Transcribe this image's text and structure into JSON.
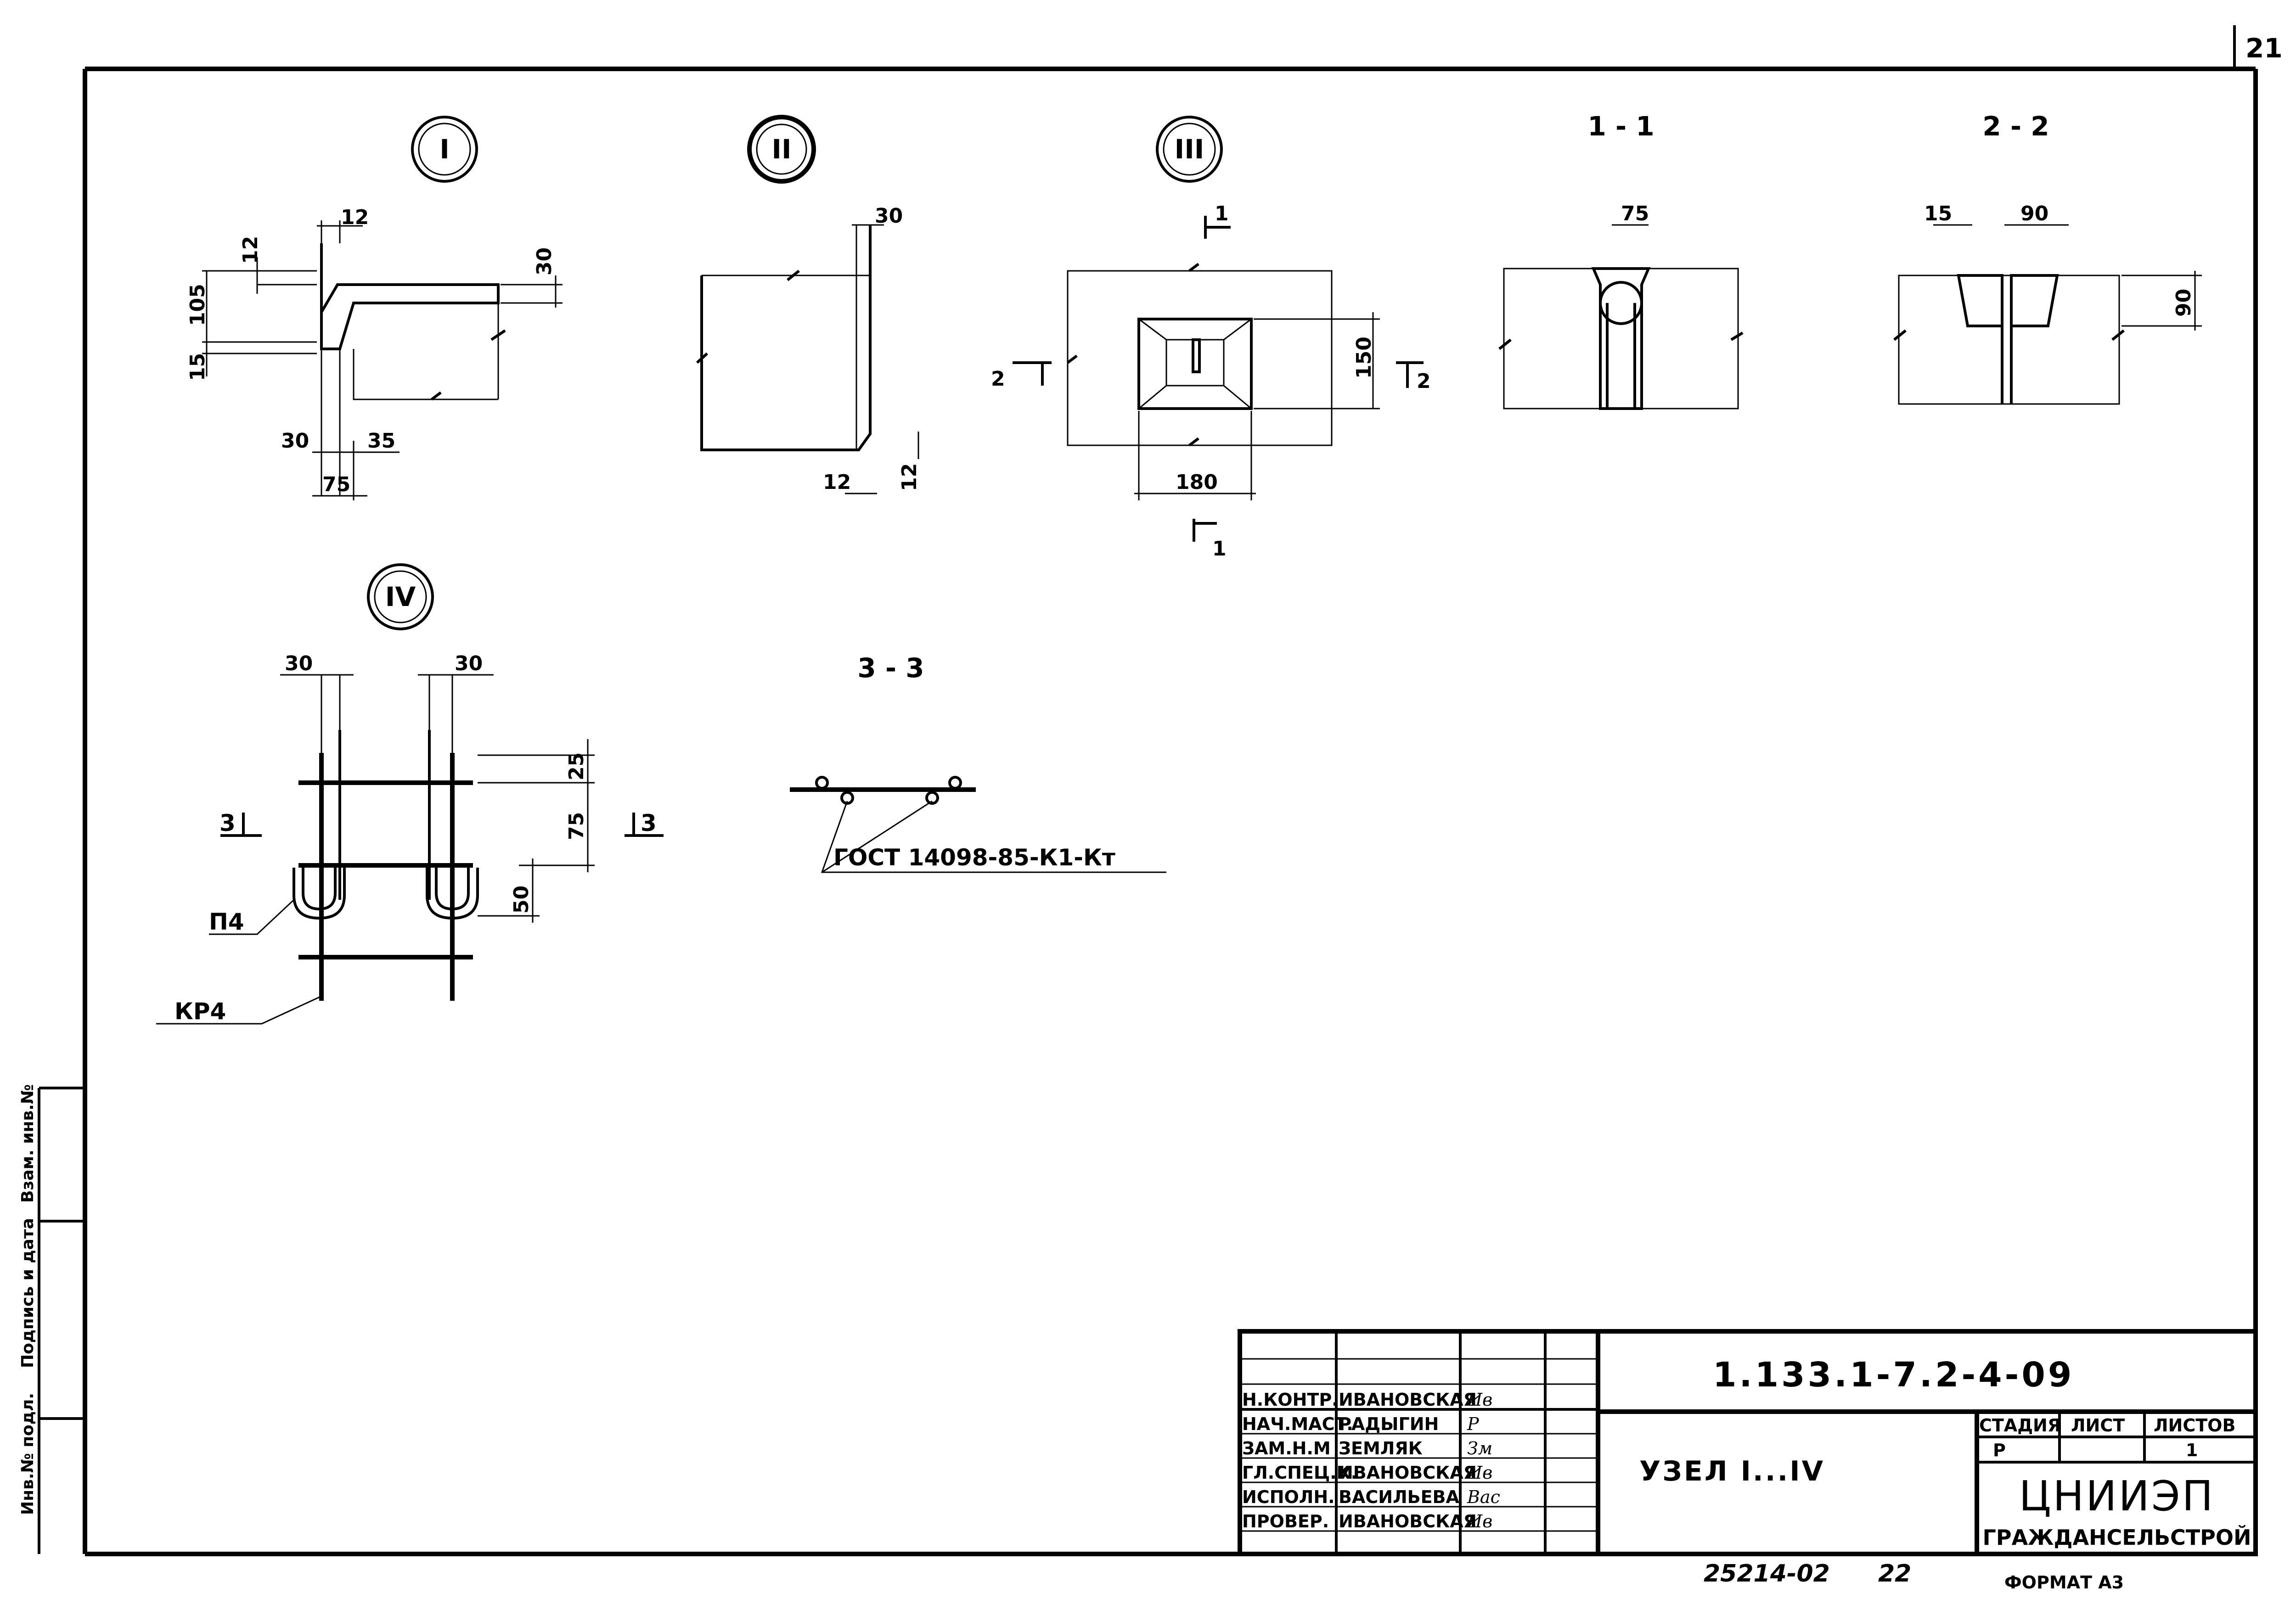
{
  "sheet": {
    "number": "21"
  },
  "nodes": {
    "n1": {
      "mark": "I",
      "dims": [
        "12",
        "12",
        "30",
        "105",
        "15",
        "30",
        "35",
        "75"
      ]
    },
    "n2": {
      "mark": "II",
      "dims": [
        "30",
        "12",
        "12"
      ]
    },
    "n3": {
      "mark": "III",
      "dims": [
        "150",
        "180"
      ],
      "cuts": [
        "1",
        "2",
        "2",
        "1"
      ]
    },
    "n4": {
      "mark": "IV",
      "dims": [
        "30",
        "30",
        "25",
        "75",
        "50"
      ],
      "cuts": [
        "3",
        "3"
      ],
      "labels": {
        "p4": "П4",
        "kr4": "КР4"
      }
    }
  },
  "sections": {
    "s11": {
      "title": "1 - 1",
      "dims": [
        "75"
      ]
    },
    "s22": {
      "title": "2 - 2",
      "dims": [
        "15",
        "90",
        "90"
      ]
    },
    "s33": {
      "title": "3 - 3",
      "callout": "ГОСТ 14098-85-К1-Кт"
    }
  },
  "side_stamp": {
    "labels": [
      "Инв.№ подл.",
      "Подпись и дата",
      "Взам. инв.№"
    ]
  },
  "title_block": {
    "roles": [
      {
        "role": "Н.КОНТР.",
        "name": "ИВАНОВСКАЯ",
        "sig": "Ив"
      },
      {
        "role": "НАЧ.МАСТ.",
        "name": "РАДЫГИН",
        "sig": "Р"
      },
      {
        "role": "ЗАМ.Н.М",
        "name": "ЗЕМЛЯК",
        "sig": "Зм"
      },
      {
        "role": "ГЛ.СПЕЦ.К.",
        "name": "ИВАНОВСКАЯ",
        "sig": "Ив"
      },
      {
        "role": "ИСПОЛН.",
        "name": "ВАСИЛЬЕВА",
        "sig": "Вас"
      },
      {
        "role": "ПРОВЕР.",
        "name": "ИВАНОВСКАЯ",
        "sig": "Ив"
      }
    ],
    "code": "1.133.1-7.2-4-09",
    "title": "УЗЕЛ I...IV",
    "stage_label": "СТАДИЯ",
    "sheet_label": "ЛИСТ",
    "sheets_label": "ЛИСТОВ",
    "stage": "Р",
    "sheet": "",
    "sheets": "1",
    "org": "ЦНИИЭП",
    "org_sub": "ГРАЖДАНСЕЛЬСТРОЙ",
    "archive": "25214-02",
    "archive_page": "22",
    "format": "ФОРМАТ А3"
  }
}
